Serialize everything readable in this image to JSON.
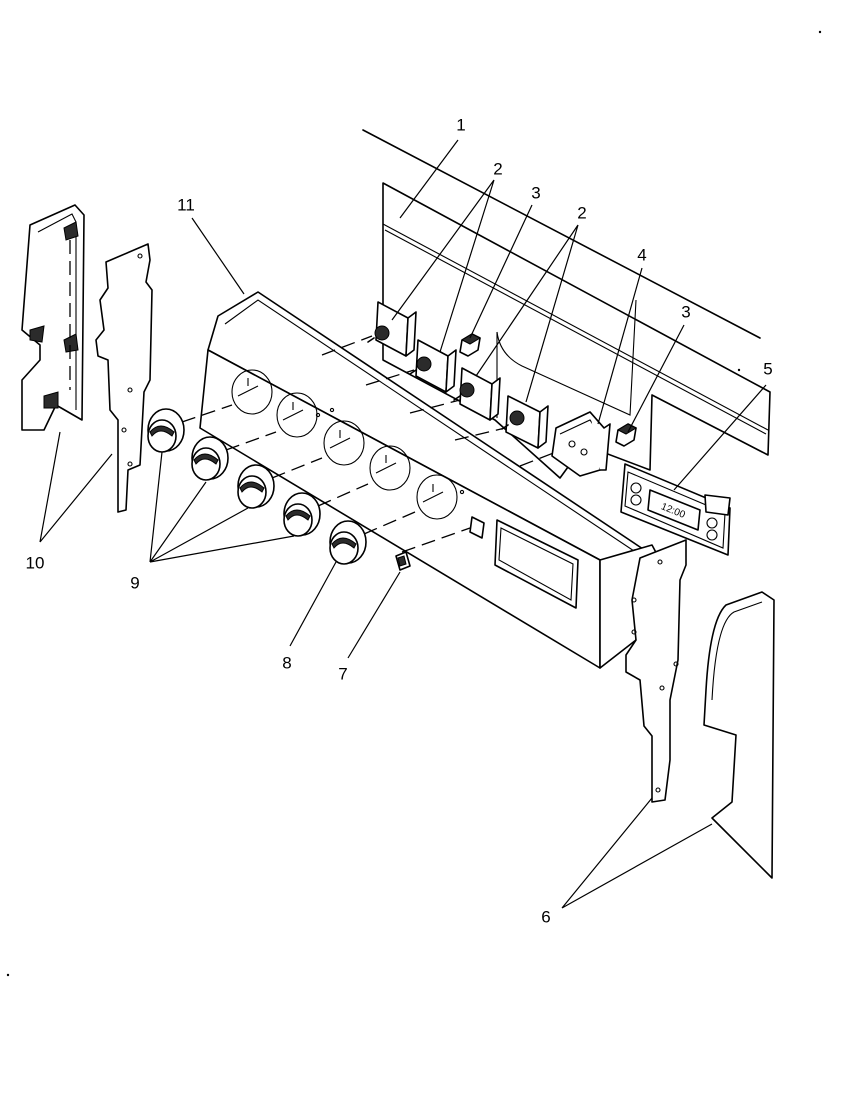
{
  "callouts": {
    "c1": "1",
    "c2a": "2",
    "c2b": "2",
    "c3a": "3",
    "c3b": "3",
    "c4": "4",
    "c5": "5",
    "c6": "6",
    "c7": "7",
    "c8": "8",
    "c9": "9",
    "c10": "10",
    "c11": "11"
  },
  "clock_display": "12:00"
}
